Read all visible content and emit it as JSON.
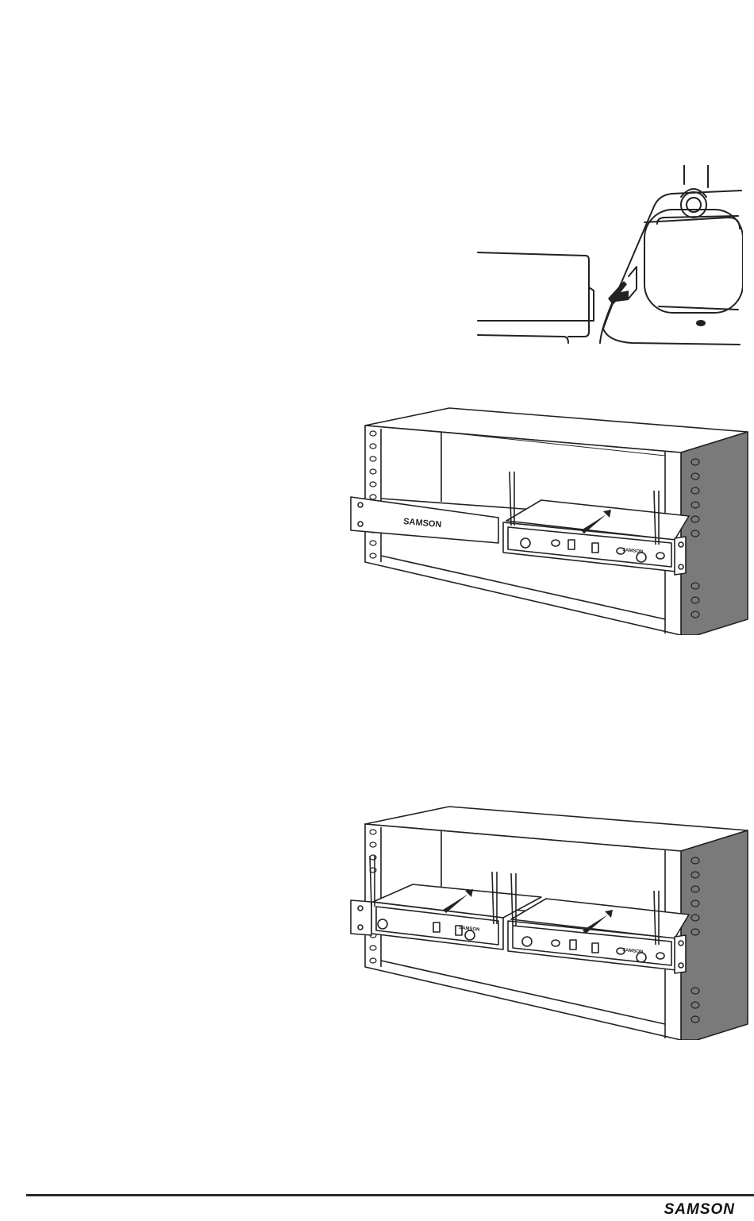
{
  "page": {
    "brand": "SAMSON"
  },
  "figures": {
    "single_rack": {
      "panel_label": "SAMSON",
      "unit_label": "SAMSON"
    },
    "dual_rack": {
      "unit_left_label": "SAMSON",
      "unit_right_label": "SAMSON"
    }
  },
  "footer": {
    "logo": "SAMSON"
  }
}
